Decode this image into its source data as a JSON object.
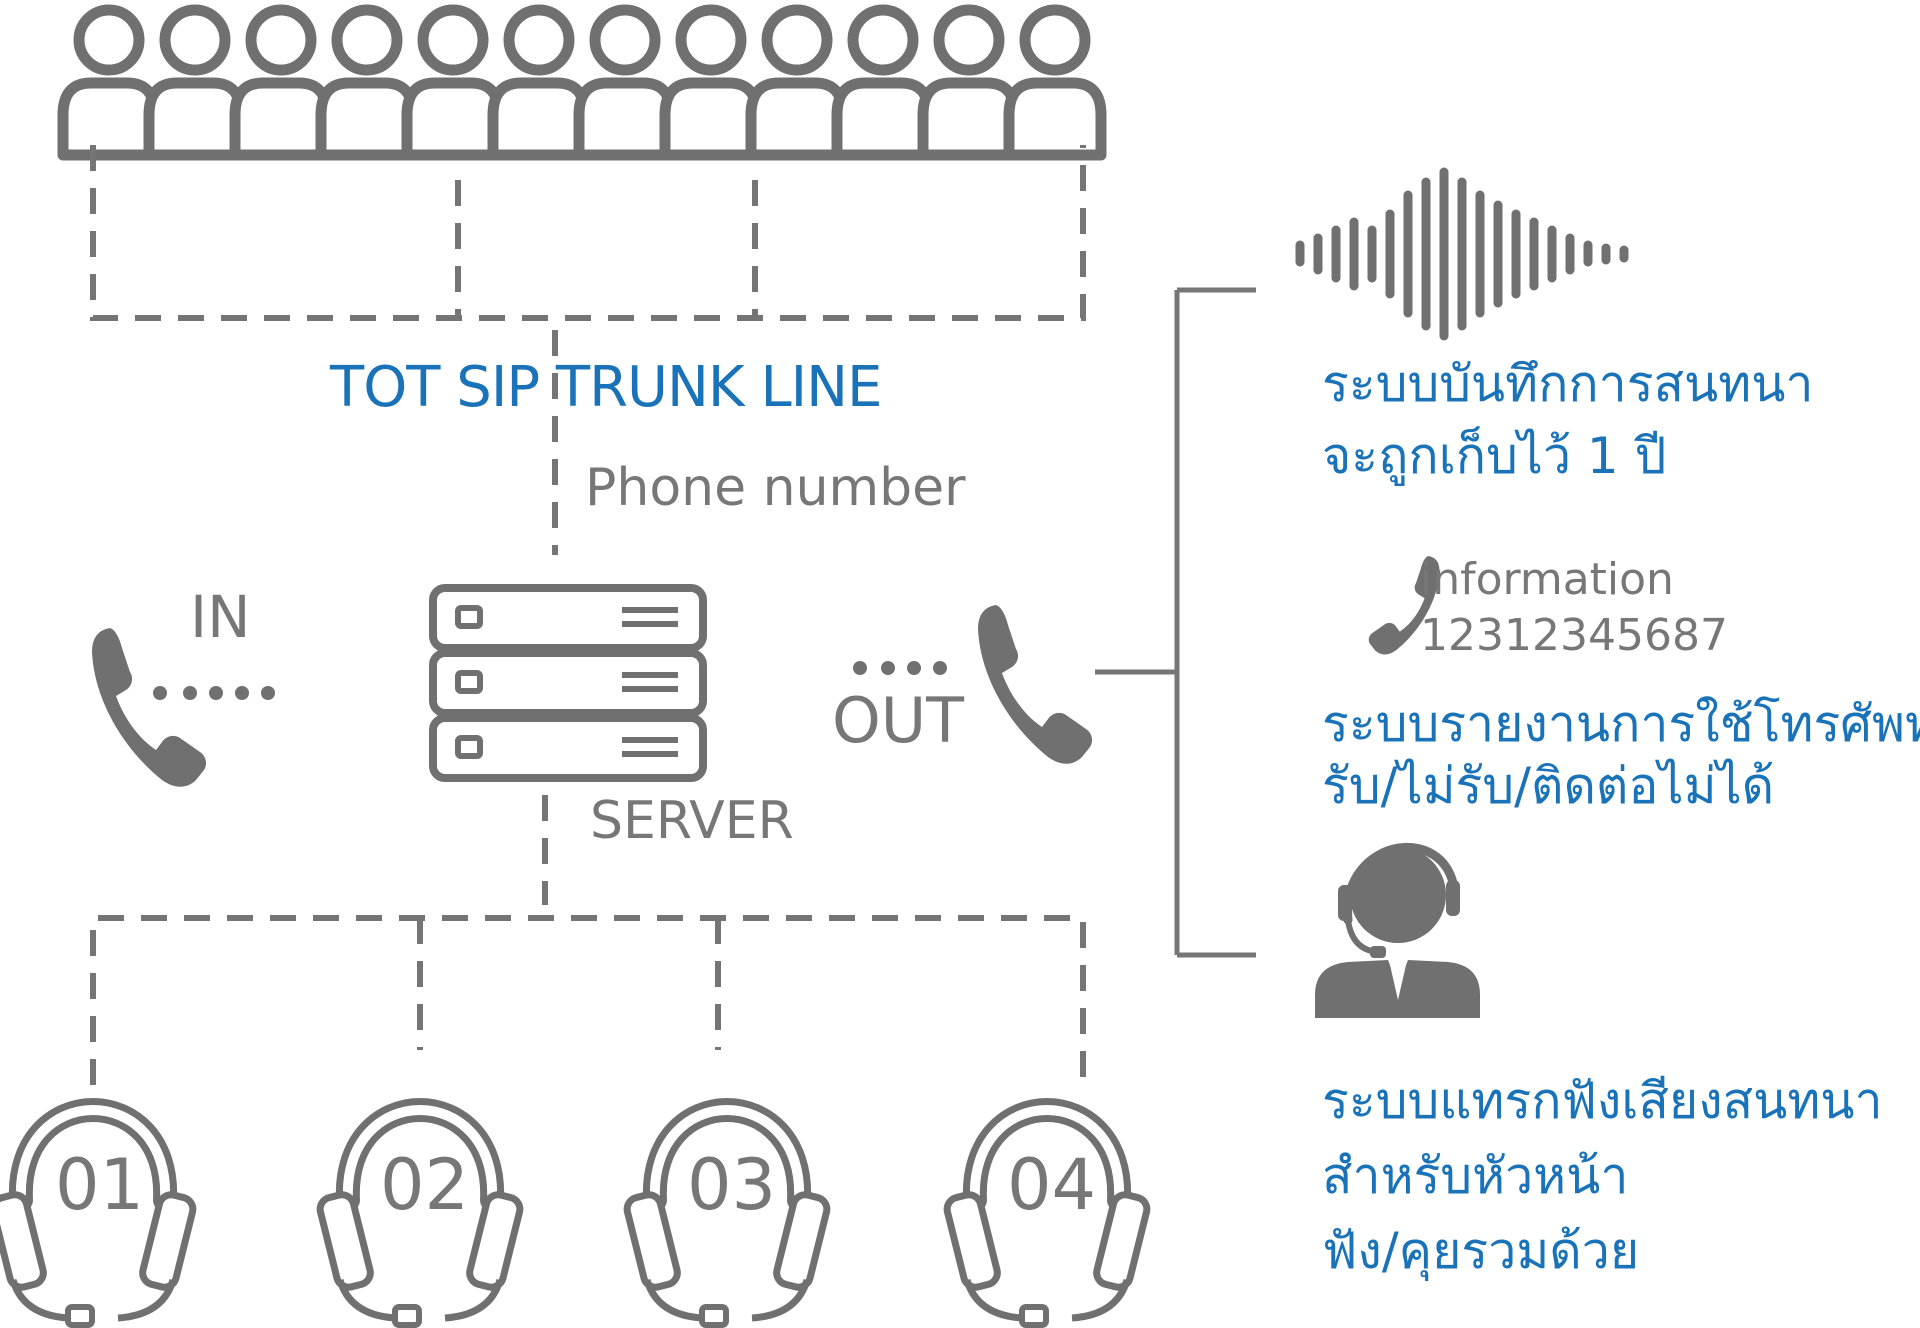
{
  "trunk_label": "TOT SIP TRUNK LINE",
  "phone_number_label": "Phone number",
  "in_label": "IN",
  "out_label": "OUT",
  "server_label": "SERVER",
  "agents": [
    {
      "id": "01"
    },
    {
      "id": "02"
    },
    {
      "id": "03"
    },
    {
      "id": "04"
    }
  ],
  "features": {
    "recording": {
      "line1": "ระบบบันทึกการสนทนา",
      "line2": "จะถูกเก็บไว้ 1 ปี",
      "icon": "sound-wave-icon"
    },
    "info": {
      "title": "information",
      "number": "12312345687",
      "icon": "phone-icon"
    },
    "report": {
      "line1": "ระบบรายงานการใช้โทรศัพท์",
      "line2": "รับ/ไม่รับ/ติดต่อไม่ได้"
    },
    "monitor": {
      "line1": "ระบบแทรกฟังเสียงสนทนา",
      "line2": "สำหรับหัวหน้า",
      "line3": "ฟัง/คุยรวมด้วย",
      "icon": "supervisor-headset-icon"
    }
  },
  "colors": {
    "line_gray": "#757575",
    "icon_gray": "#707070",
    "text_blue": "#1a73b8",
    "text_gray": "#777777"
  }
}
